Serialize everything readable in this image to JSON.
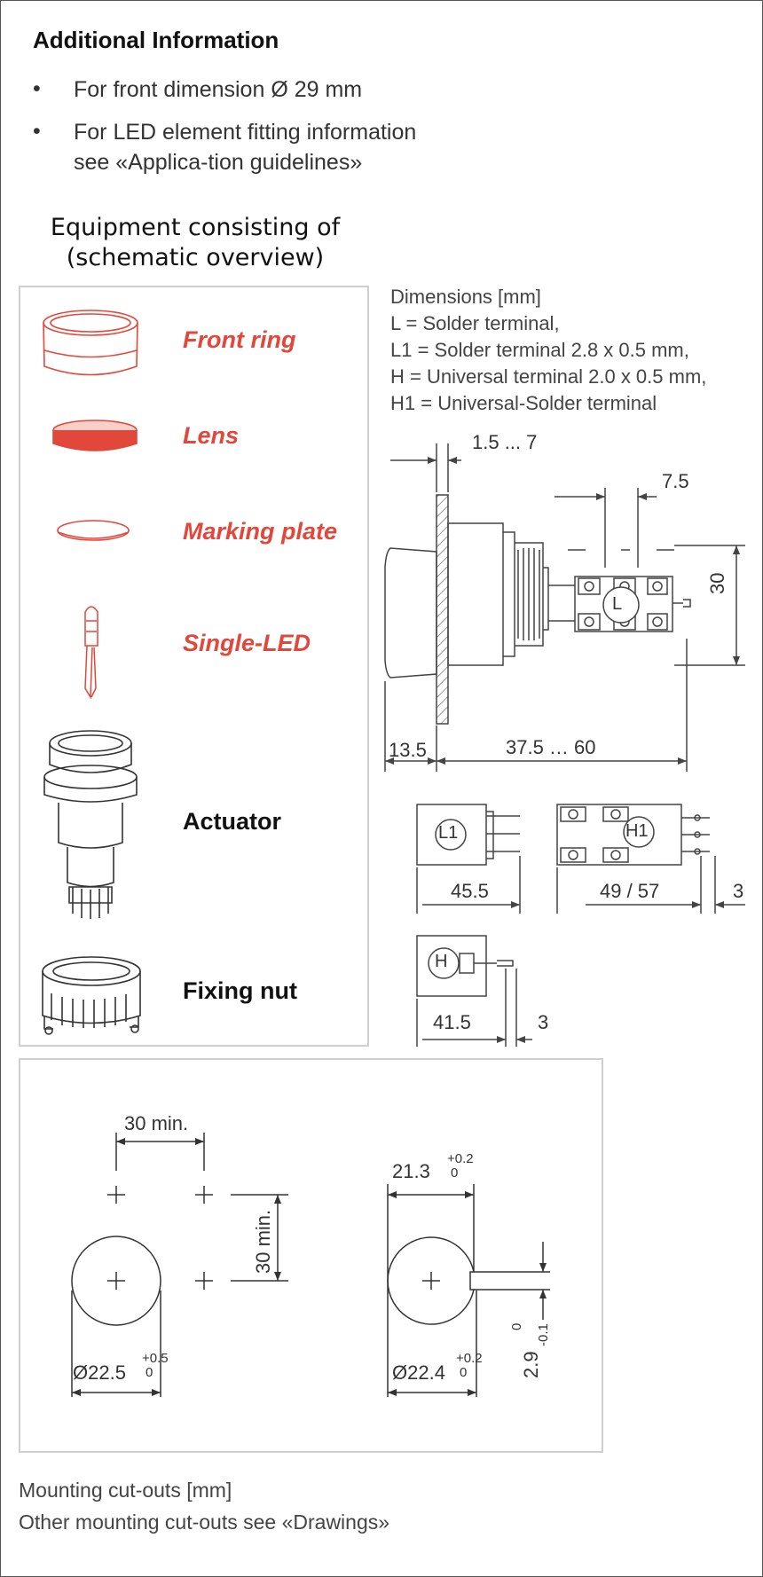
{
  "additional_info": {
    "heading": "Additional Information",
    "bullets": [
      "For front dimension Ø 29 mm",
      "For LED element fitting information see «Applica-tion guidelines»"
    ]
  },
  "equipment": {
    "heading_line1": "Equipment consisting of",
    "heading_line2": "(schematic overview)",
    "components": [
      "Front ring",
      "Lens",
      "Marking plate",
      "Single-LED",
      "Actuator",
      "Fixing nut"
    ]
  },
  "legend": {
    "lines": [
      "Dimensions [mm]",
      "L = Solder terminal,",
      "L1 = Solder terminal 2.8 x 0.5 mm,",
      "H = Universal terminal 2.0 x 0.5 mm,",
      "H1 = Universal-Solder terminal"
    ]
  },
  "dimensions": {
    "panel_thickness": "1.5 ... 7",
    "terminal_pitch": "7.5",
    "height": "30",
    "front_depth": "13.5",
    "body_depth": "37.5 … 60",
    "l1_depth": "45.5",
    "h1_depth": "49 / 57",
    "h1_extra": "3",
    "h_depth": "41.5",
    "h_extra": "3"
  },
  "terminals": {
    "L": "L",
    "L1": "L1",
    "H1": "H1",
    "H": "H"
  },
  "cutouts": {
    "spacing_h": "30 min.",
    "spacing_v": "30 min.",
    "round_diameter": "Ø22.5",
    "round_tol_upper": "+0.5",
    "round_tol_lower": "0",
    "key_diameter": "Ø22.4",
    "key_tol_upper": "+0.2",
    "key_tol_lower": "0",
    "flat_width": "21.3",
    "flat_tol_upper": "+0.2",
    "flat_tol_lower": "0",
    "key_width": "2.9",
    "key_width_tol_upper": "0",
    "key_width_tol_lower": "-0.1"
  },
  "footer": {
    "line1": "Mounting cut-outs [mm]",
    "line2": "Other mounting cut-outs see «Drawings»"
  },
  "colors": {
    "accent": "#e2473b",
    "border": "#cfcfcf"
  }
}
